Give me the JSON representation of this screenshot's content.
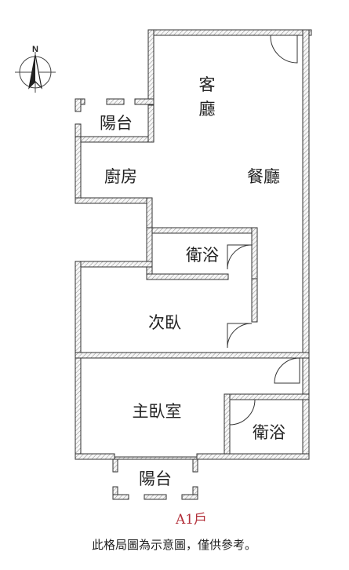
{
  "compass": {
    "north_label": "N",
    "icon": "compass-icon"
  },
  "rooms": {
    "living_line1": "客",
    "living_line2": "廳",
    "balcony_top": "陽台",
    "kitchen": "廚房",
    "dining": "餐廳",
    "bath_middle": "衛浴",
    "second_bedroom": "次臥",
    "master_bedroom": "主臥室",
    "bath_master": "衛浴",
    "balcony_bottom": "陽台"
  },
  "caption": {
    "unit_code": "A1戶",
    "disclaimer": "此格局圖為示意圖，僅供參考。"
  },
  "colors": {
    "wall_fill": "#f4f4f4",
    "wall_stroke": "#333333",
    "accent_text": "#b3303a"
  }
}
